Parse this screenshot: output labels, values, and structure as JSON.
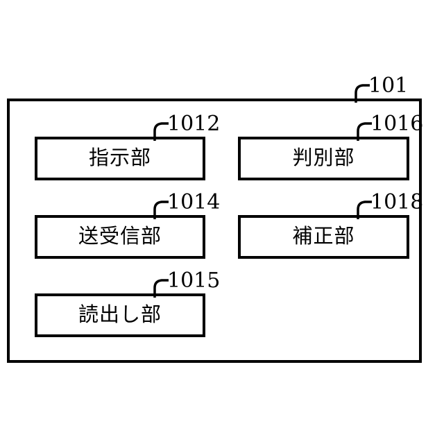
{
  "figure": {
    "type": "patent-block-diagram",
    "background_color": "#ffffff",
    "line_color": "#000000"
  },
  "outer_block": {
    "name": "outer-enclosure",
    "ref_number": "101"
  },
  "blocks": [
    {
      "ref_number": "1012",
      "label": "指示部",
      "column": "left",
      "row": 1
    },
    {
      "ref_number": "1016",
      "label": "判別部",
      "column": "right",
      "row": 1
    },
    {
      "ref_number": "1014",
      "label": "送受信部",
      "column": "left",
      "row": 2
    },
    {
      "ref_number": "1018",
      "label": "補正部",
      "column": "right",
      "row": 2
    },
    {
      "ref_number": "1015",
      "label": "読出し部",
      "column": "left",
      "row": 3
    }
  ]
}
